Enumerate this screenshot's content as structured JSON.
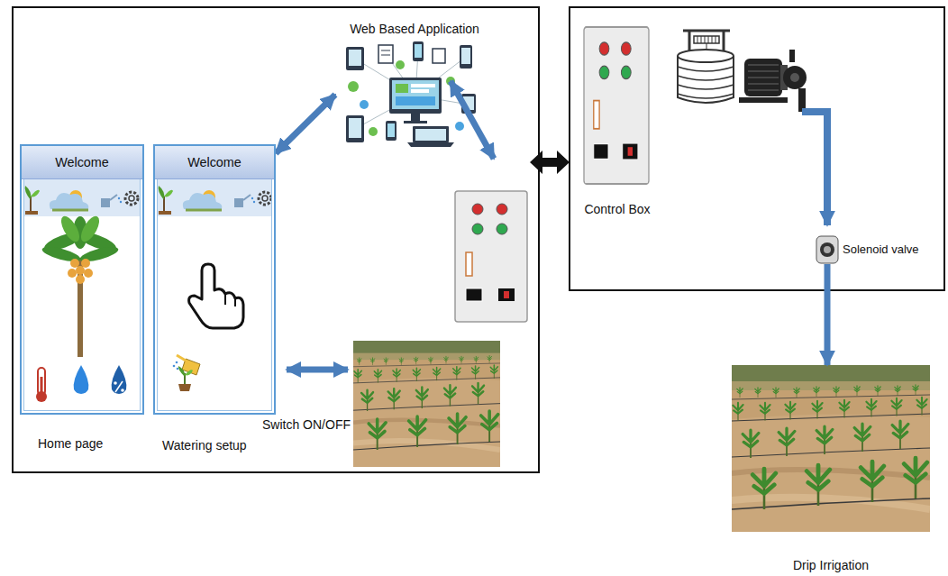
{
  "diagram": {
    "nodes": [
      {
        "text": [
          "Welcome",
          "Home page"
        ]
      },
      {
        "text": [
          "Welcome",
          "Watering setup"
        ]
      },
      {
        "text": [
          "Web Based Application"
        ]
      },
      {
        "text": [
          "Control Box"
        ]
      },
      {
        "text": [
          "Solenoid valve"
        ]
      },
      {
        "text": [
          "Drip Irrigation"
        ]
      }
    ],
    "edges": [
      {
        "from": 1,
        "to": 2,
        "arrow": "both"
      },
      {
        "from": 4,
        "to": 5,
        "arrow": "to"
      }
    ],
    "labels": [
      "Switch ON/OFF"
    ]
  }
}
